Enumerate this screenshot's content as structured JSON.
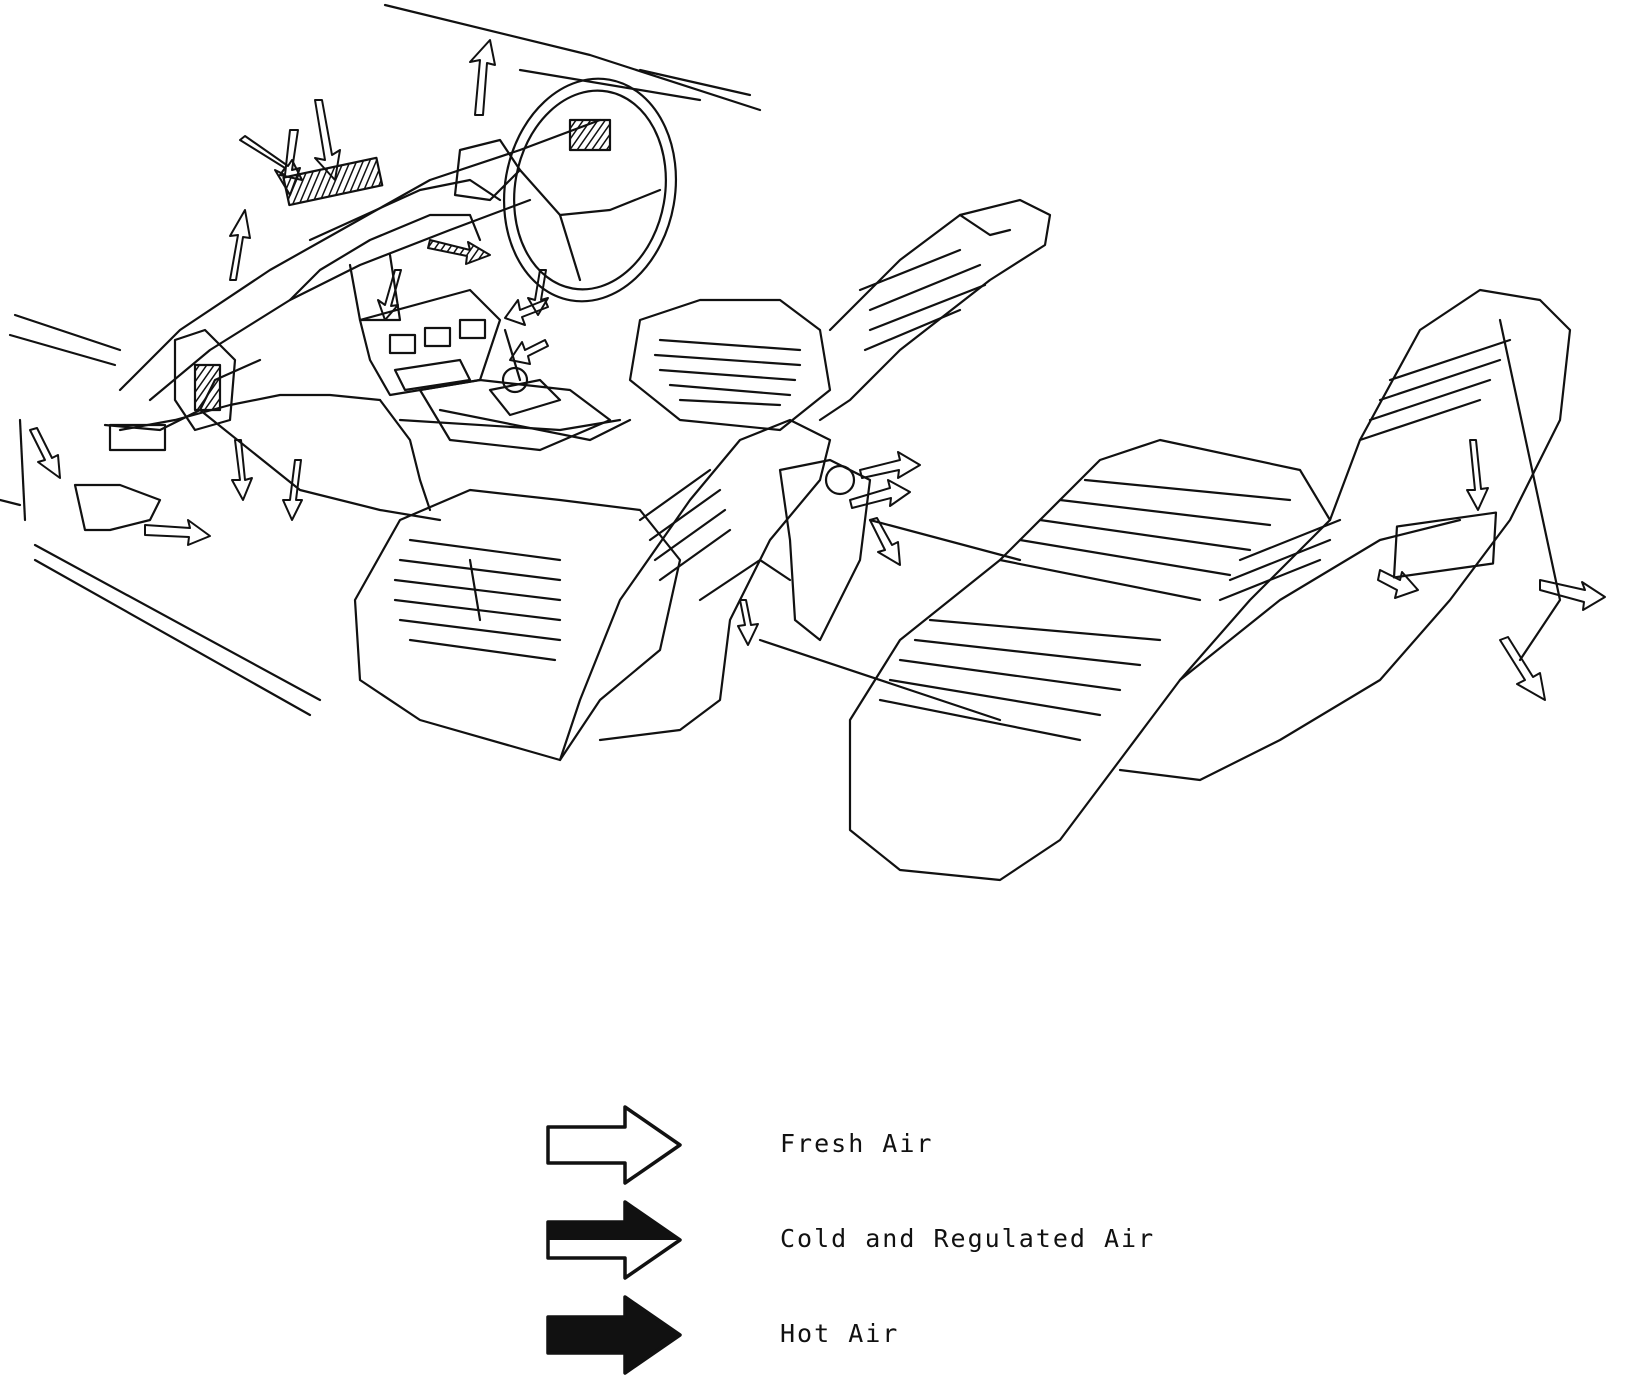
{
  "legend": {
    "items": [
      {
        "label": "Fresh Air",
        "icon": "outline-arrow-icon"
      },
      {
        "label": "Cold and Regulated Air",
        "icon": "half-filled-arrow-icon"
      },
      {
        "label": "Hot Air",
        "icon": "solid-arrow-icon"
      }
    ]
  },
  "colors": {
    "ink": "#111111",
    "paper": "#ffffff"
  }
}
